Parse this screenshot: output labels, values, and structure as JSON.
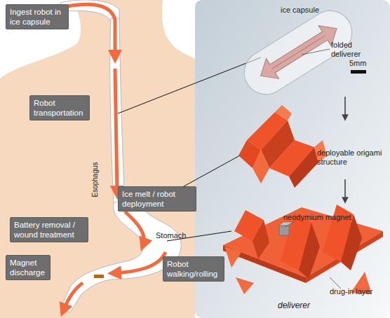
{
  "diagram": {
    "nodes": [
      {
        "text": [
          "Ingest robot in ice capsule"
        ]
      },
      {
        "text": [
          "Robot transportation"
        ]
      },
      {
        "text": [
          "Ice melt / robot deployment"
        ]
      },
      {
        "text": [
          "Battery removal / wound treatment"
        ]
      },
      {
        "text": [
          "Magnet discharge"
        ]
      },
      {
        "text": [
          "Robot walking/rolling"
        ]
      }
    ],
    "labels": [
      "ice capsule",
      "folded deliverer",
      "5mm",
      "deployable origami structure",
      "neodymium magnet",
      "drug-in layer",
      "deliverer",
      "Esophagus",
      "Stomach"
    ]
  }
}
